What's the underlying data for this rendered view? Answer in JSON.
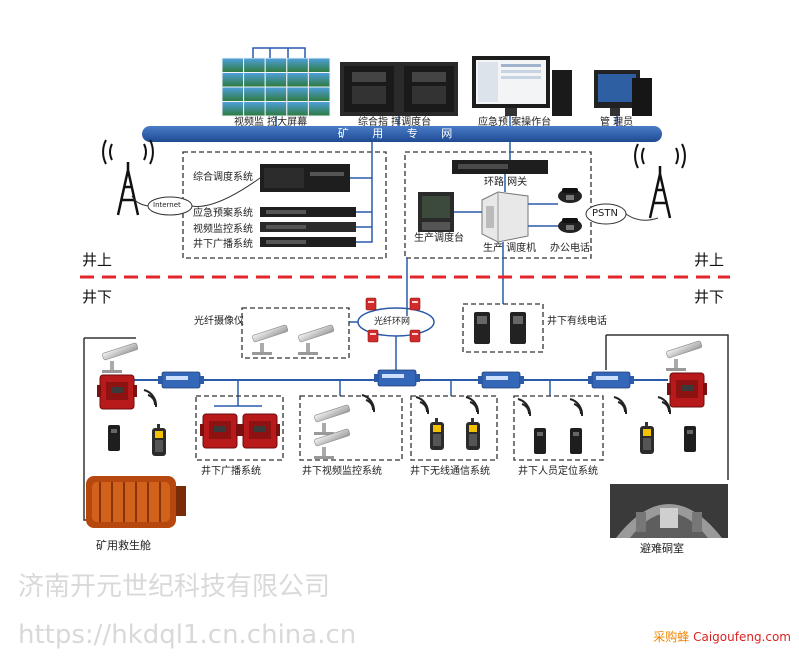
{
  "top": {
    "video_wall_label": "视频监 控大屏幕",
    "console_label": "综合指 挥调度台",
    "emergency_label": "应急预 案操作台",
    "admin_label": "管 理员"
  },
  "network": {
    "bus_label": "矿 用 专 网",
    "internet_label": "Internet",
    "pstn_label": "PSTN",
    "ring_label": "光纤环网"
  },
  "surface_left": {
    "items": [
      "综合调度系统",
      "应急预案系统",
      "视频监控系统",
      "井下广播系统"
    ]
  },
  "surface_right": {
    "gateway_label": "环路 网关",
    "dispatch_desk_label": "生产调度台",
    "dispatcher_label": "生产 调度机",
    "office_phone_label": "办公电话"
  },
  "divider": {
    "above_left": "井上",
    "above_right": "井上",
    "below_left": "井下",
    "below_right": "井下"
  },
  "underground": {
    "fiber_camera_label": "光纤摄像仪",
    "wired_phone_label": "井下有线电话",
    "broadcast_label": "井下广播系统",
    "video_label": "井下视频监控系统",
    "wireless_label": "井下无线通信系统",
    "locate_label": "井下人员定位系统",
    "capsule_label": "矿用救生舱",
    "refuge_label": "避难硐室"
  },
  "watermark": {
    "company": "济南开元世纪科技有限公司",
    "url": "https://hkdql1.cn.china.cn"
  },
  "site": {
    "name": "采购蜂",
    "domain": "Caigoufeng.com"
  },
  "colors": {
    "bus": "#2a5aa8",
    "line": "#2a5aa8",
    "divider": "#e0262a",
    "device_red": "#b8191a",
    "device_dark": "#2c2c2c"
  }
}
